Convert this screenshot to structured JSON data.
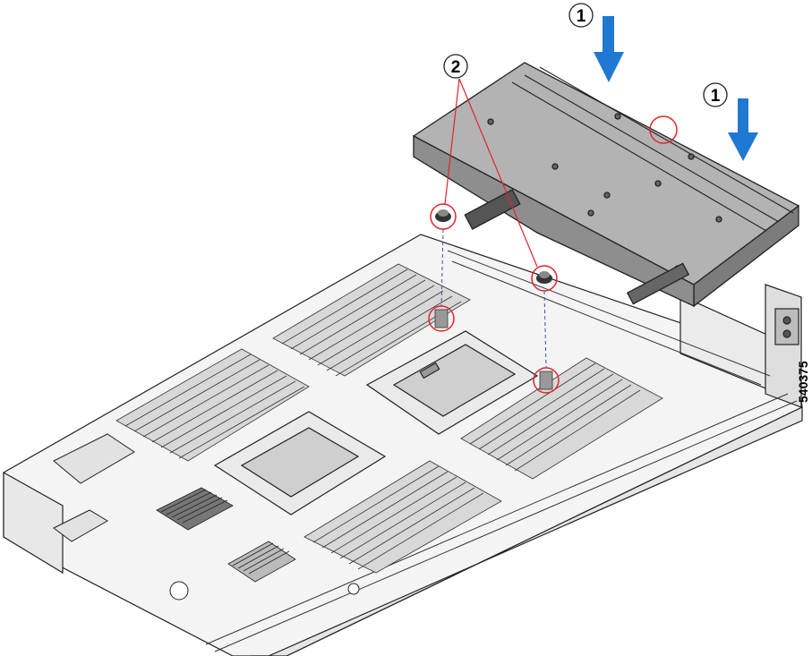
{
  "figure": {
    "id_label": "540375"
  },
  "callouts": [
    {
      "id": "c1a",
      "label": "1"
    },
    {
      "id": "c1b",
      "label": "1"
    },
    {
      "id": "c2",
      "label": "2"
    }
  ],
  "colors": {
    "line": "#222222",
    "tray": "#9a9a9a",
    "tray_top": "#b3b3b3",
    "tray_side": "#7c7c7c",
    "arrow": "#1f78d1",
    "highlight": "#e0242c",
    "chassis": "#f4f4f4",
    "dimm": "#d8d8d8"
  }
}
